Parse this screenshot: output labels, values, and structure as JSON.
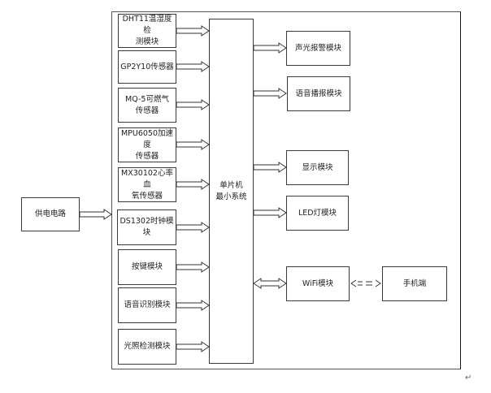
{
  "diagram": {
    "power": {
      "label": "供电电路"
    },
    "mcu": {
      "label": "单片机\n最小系统"
    },
    "inputs": [
      {
        "label": "DHT11温湿度检\n测模块"
      },
      {
        "label": "GP2Y10传感器"
      },
      {
        "label": "MQ-5可燃气\n传感器"
      },
      {
        "label": "MPU6050加速度\n传感器"
      },
      {
        "label": "MX30102心率血\n氧传感器"
      },
      {
        "label": "DS1302时钟模块"
      },
      {
        "label": "按键模块"
      },
      {
        "label": "语音识别模块"
      },
      {
        "label": "光照检测模块"
      }
    ],
    "outputs": [
      {
        "label": "声光报警模块"
      },
      {
        "label": "语音播报模块"
      },
      {
        "label": "显示模块"
      },
      {
        "label": "LED灯模块"
      }
    ],
    "wifi": {
      "label": "WiFi模块"
    },
    "phone": {
      "label": "手机端"
    },
    "paragraph_mark": "↵"
  }
}
